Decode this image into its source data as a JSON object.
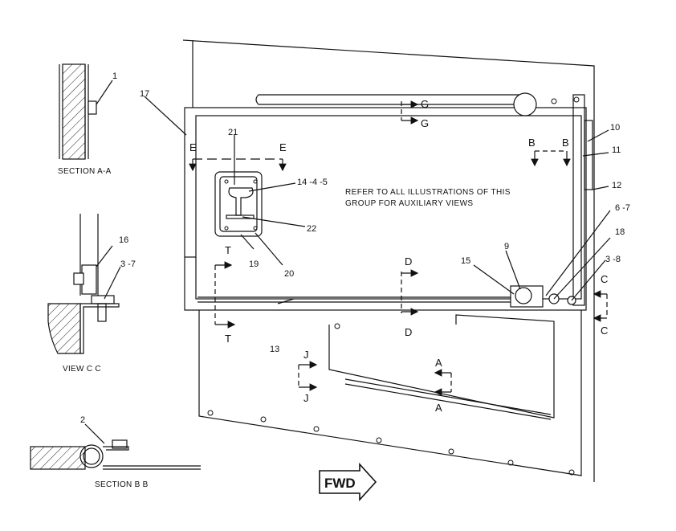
{
  "labels": {
    "sectionAA": "SECTION A-A",
    "viewCC": "VIEW C C",
    "sectionBB": "SECTION B B",
    "fwd": "FWD",
    "note1": "REFER TO ALL ILLUSTRATIONS OF THIS",
    "note2": "GROUP FOR AUXILIARY VIEWS"
  },
  "callouts": {
    "c1": "1",
    "c2": "2",
    "c3_7": "3 -7",
    "c3_8": "3 -8",
    "c6_7": "6 -7",
    "c9": "9",
    "c10": "10",
    "c11": "11",
    "c12": "12",
    "c13": "13",
    "c14": "14 -4 -5",
    "c15": "15",
    "c16": "16",
    "c17": "17",
    "c18": "18",
    "c19": "19",
    "c20": "20",
    "c21": "21",
    "c22": "22"
  },
  "sectionMarks": {
    "A": "A",
    "B": "B",
    "C": "C",
    "D": "D",
    "E": "E",
    "G": "G",
    "J": "J",
    "T": "T"
  }
}
